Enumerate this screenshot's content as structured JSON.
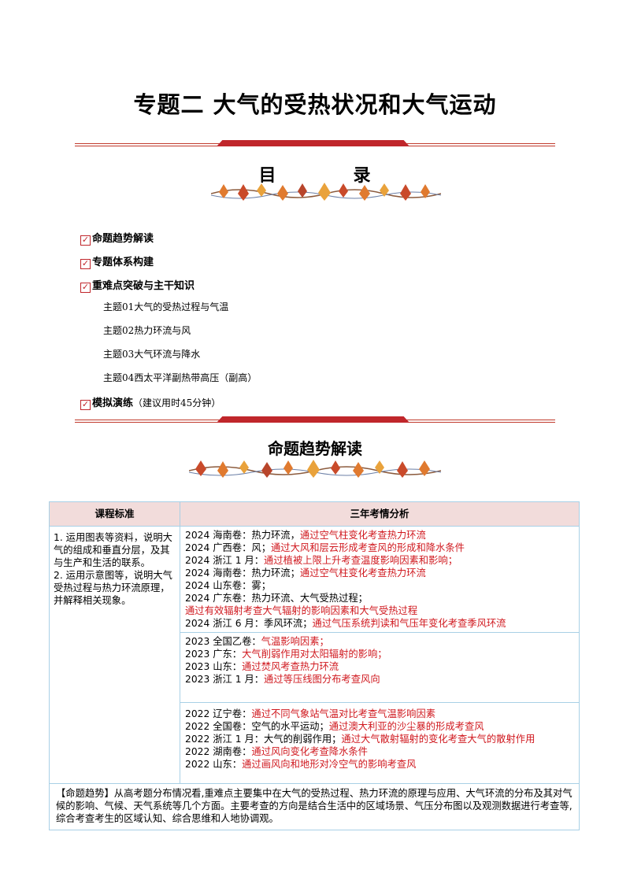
{
  "title": "专题二  大气的受热状况和大气运动",
  "toc": {
    "heading_chars": [
      "目",
      "录"
    ],
    "items": [
      {
        "label": "命题趋势解读"
      },
      {
        "label": "专题体系构建"
      },
      {
        "label": "重难点突破与主干知识"
      },
      {
        "label": "模拟演练",
        "note": "（建议用时45分钟）"
      }
    ],
    "subitems": [
      "主题01大气的受热过程与气温",
      "主题02热力环流与风",
      "主题03大气环流与降水",
      "主题04西太平洋副热带高压（副高）"
    ]
  },
  "section_heading": "命题趋势解读",
  "table": {
    "headers": [
      "课程标准",
      "三年考情分析"
    ],
    "standards": "1. 运用图表等资料，说明大气的组成和垂直分层，及其与生产和生活的联系。\n2. 运用示意图等，说明大气受热过程与热力环流原理，并解释相关现象。",
    "groups": [
      {
        "year": "2024",
        "lines": [
          {
            "black": "2024 海南卷：热力环流，",
            "red": "通过空气柱变化考查热力环流"
          },
          {
            "black": "2024 广西卷：风；",
            "red": "通过大风和层云形成考查风的形成和降水条件"
          },
          {
            "black": "2024 浙江 1 月：",
            "red": "通过植被上限上升考查温度影响因素和影响；"
          },
          {
            "black": "2024 海南卷：热力环流；",
            "red": "通过空气柱变化考查热力环流"
          },
          {
            "black": "2024 山东卷：雾；",
            "red": ""
          },
          {
            "black": "2024 广东卷：热力环流、大气受热过程；",
            "red": ""
          },
          {
            "black": "",
            "red": "通过有效辐射考查大气辐射的影响因素和大气受热过程"
          },
          {
            "black": "2024 浙江 6 月：季风环流；",
            "red": "通过气压系统判读和气压年变化考查季风环流"
          }
        ]
      },
      {
        "year": "2023",
        "lines": [
          {
            "black": "2023 全国乙卷：",
            "red": "气温影响因素；"
          },
          {
            "black": "2023 广东：",
            "red": "大气削弱作用对太阳辐射的影响；"
          },
          {
            "black": "2023 山东：",
            "red": "通过焚风考查热力环流"
          },
          {
            "black": "2023 浙江 1 月：",
            "red": "通过等压线图分布考查风向"
          }
        ]
      },
      {
        "year": "2022",
        "lines": [
          {
            "black": "2022 辽宁卷：",
            "red": "通过不同气象站气温对比考查气温影响因素"
          },
          {
            "black": "2022 全国卷：空气的水平运动；",
            "red": "通过澳大利亚的沙尘暴的形成考查风"
          },
          {
            "black": "2022 浙江 1 月：大气的削弱作用；",
            "red": "通过大气散射辐射的变化考查大气的散射作用"
          },
          {
            "black": "2022 湖南卷：",
            "red": "通过风向变化考查降水条件"
          },
          {
            "black": "2022 山东：",
            "red": "通过画风向和地形对冷空气的影响考查风"
          }
        ]
      }
    ],
    "trend": "【命题趋势】从高考题分布情况看,重难点主要集中在大气的受热过程、热力环流的原理与应用、大气环流的分布及其对气候的影响、气候、天气系统等几个方面。主要考查的方向是结合生活中的区域场景、气压分布图以及观测数据进行考查等,综合考查考生的区域认知、综合思维和人地协调观。"
  }
}
